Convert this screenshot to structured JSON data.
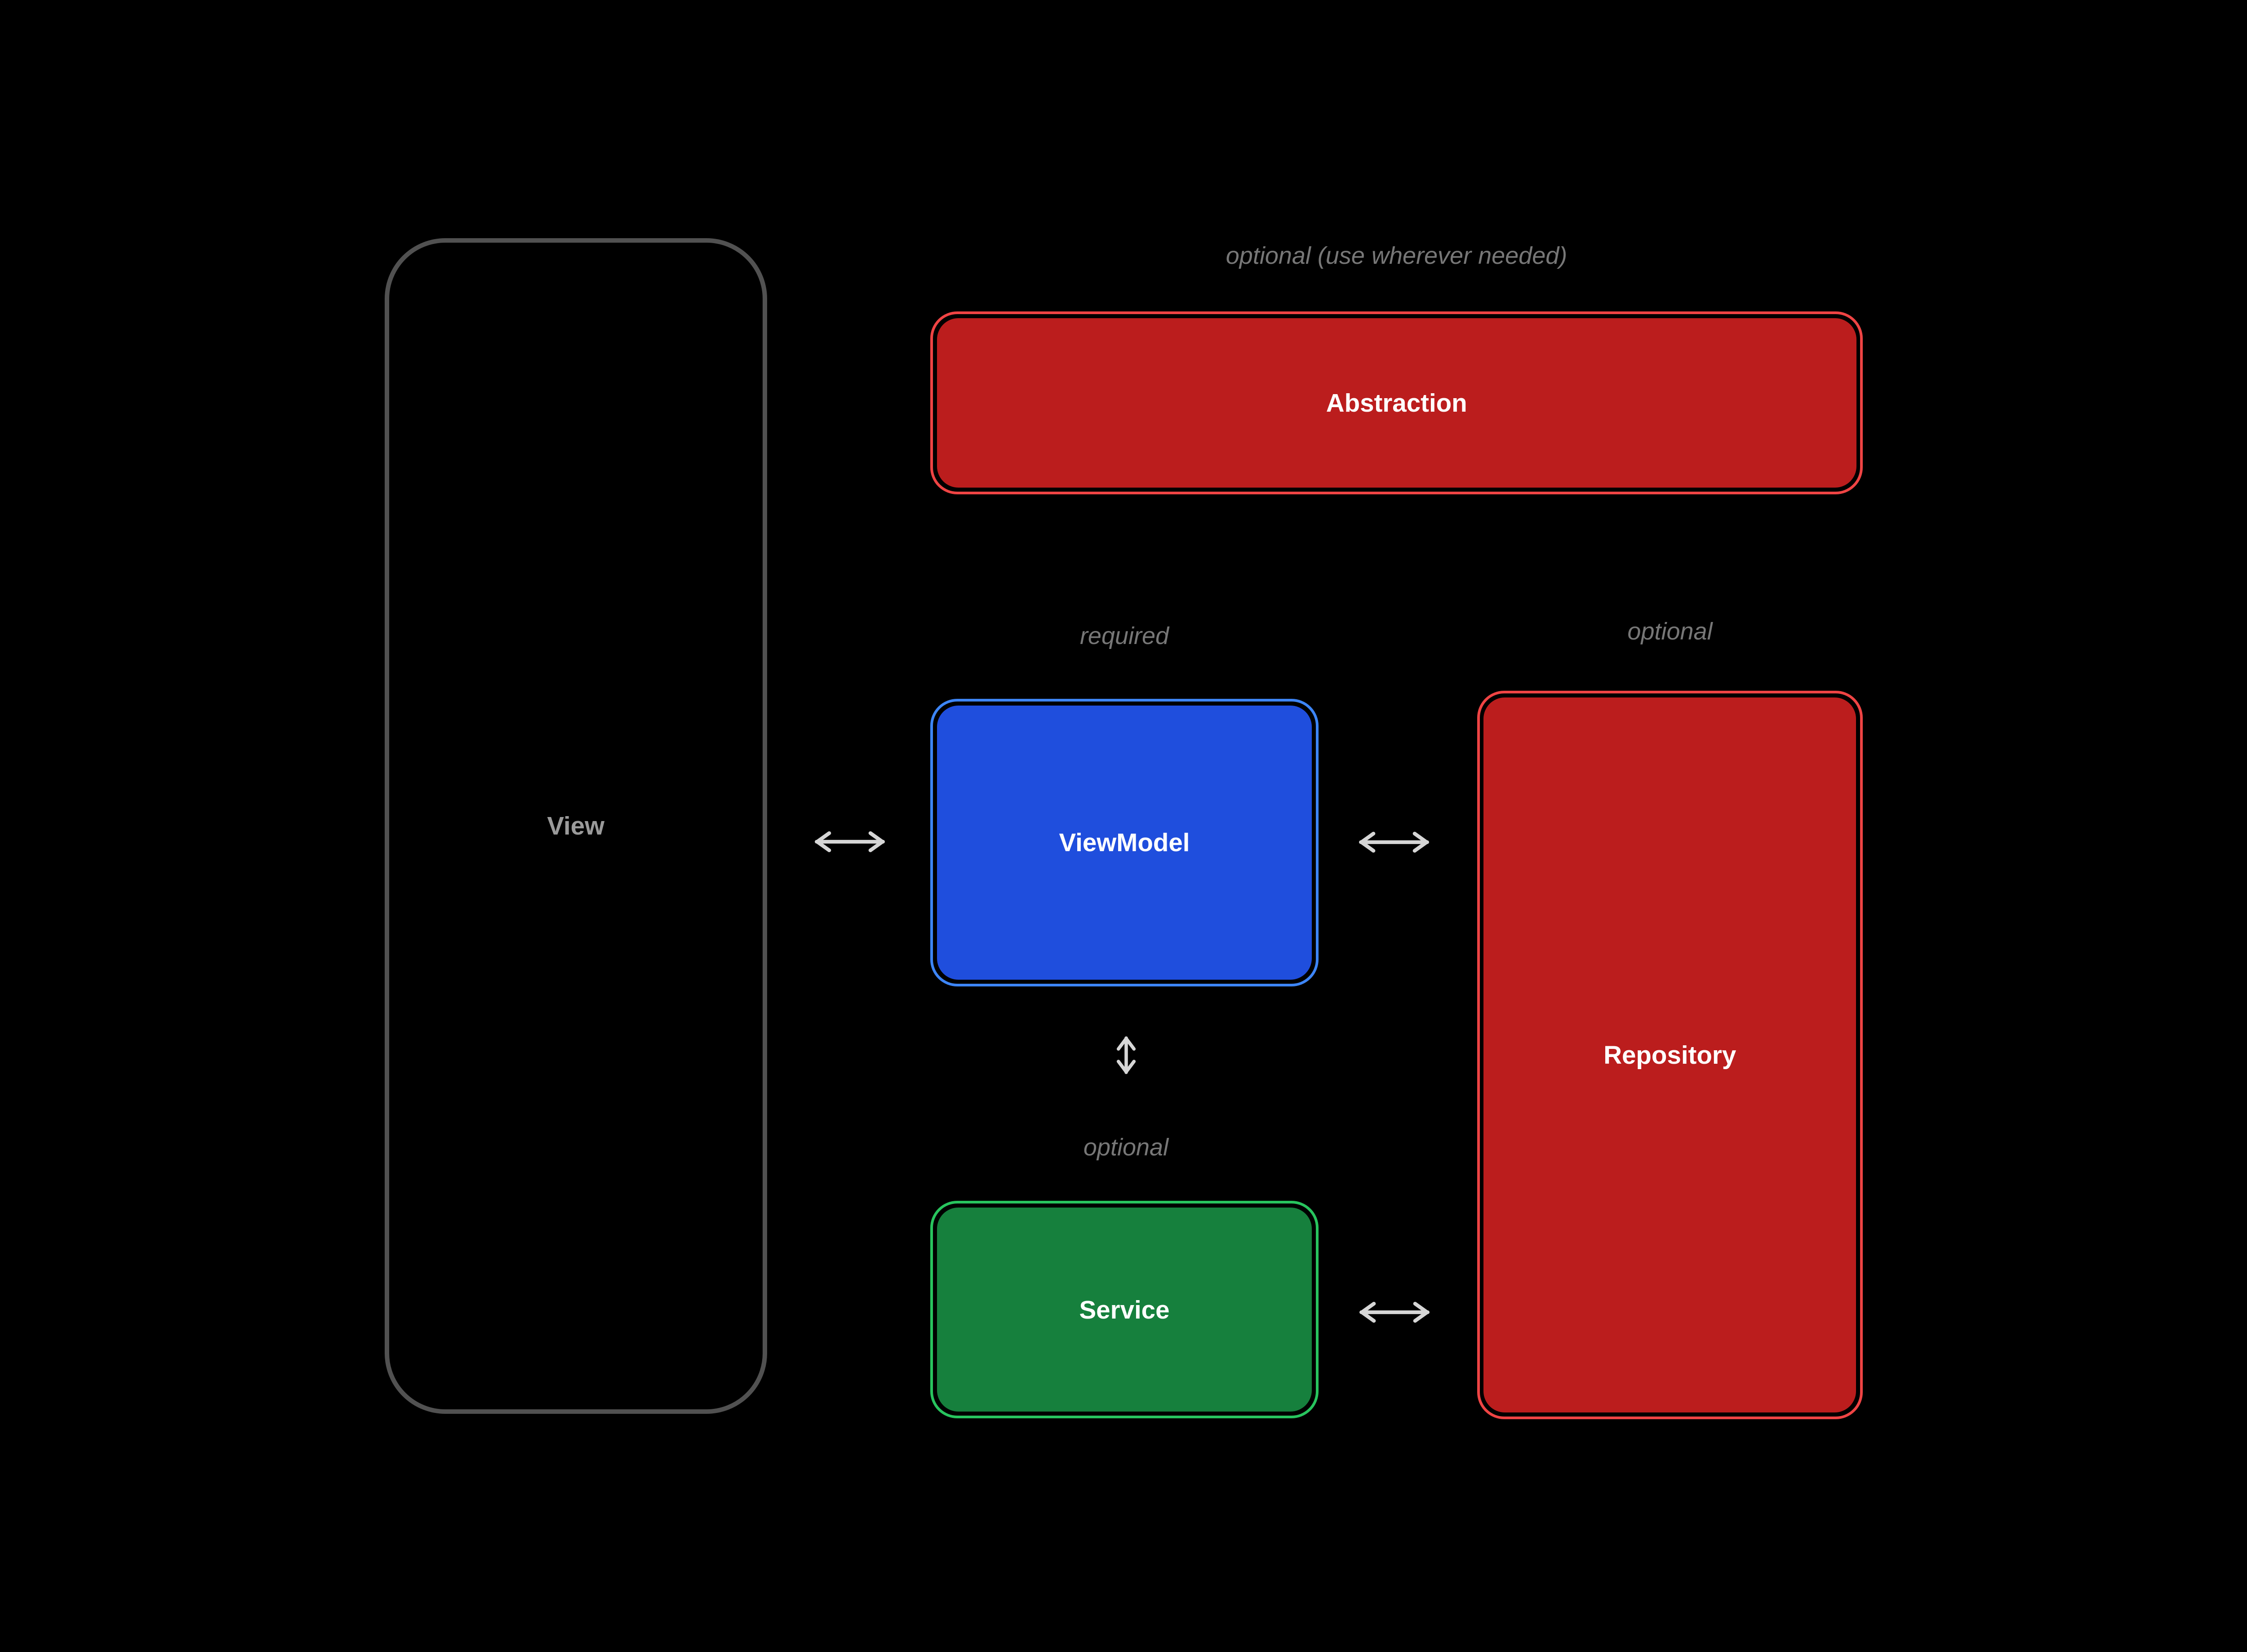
{
  "colors": {
    "background": "#000000",
    "arrow": "#d6d6d6",
    "annotation_text": "#777777",
    "view_border": "#515151",
    "view_label_text": "#9a9a9a",
    "node_label_text": "#ffffff",
    "abstraction_fill": "#bb1d1d",
    "abstraction_stroke": "#ef4444",
    "viewmodel_fill": "#1f4edd",
    "viewmodel_stroke": "#3d85f6",
    "repository_fill": "#bb1d1d",
    "repository_stroke": "#ef4444",
    "service_fill": "#16803d",
    "service_stroke": "#28c45e"
  },
  "nodes": {
    "view": {
      "label": "View"
    },
    "abstraction": {
      "label": "Abstraction",
      "annotation": "optional (use wherever needed)"
    },
    "viewmodel": {
      "label": "ViewModel",
      "annotation": "required"
    },
    "repository": {
      "label": "Repository",
      "annotation": "optional"
    },
    "service": {
      "label": "Service",
      "annotation": "optional"
    }
  },
  "icons": {
    "horizontal_arrow": "double-headed-horizontal-arrow",
    "vertical_arrow": "double-headed-vertical-arrow"
  }
}
